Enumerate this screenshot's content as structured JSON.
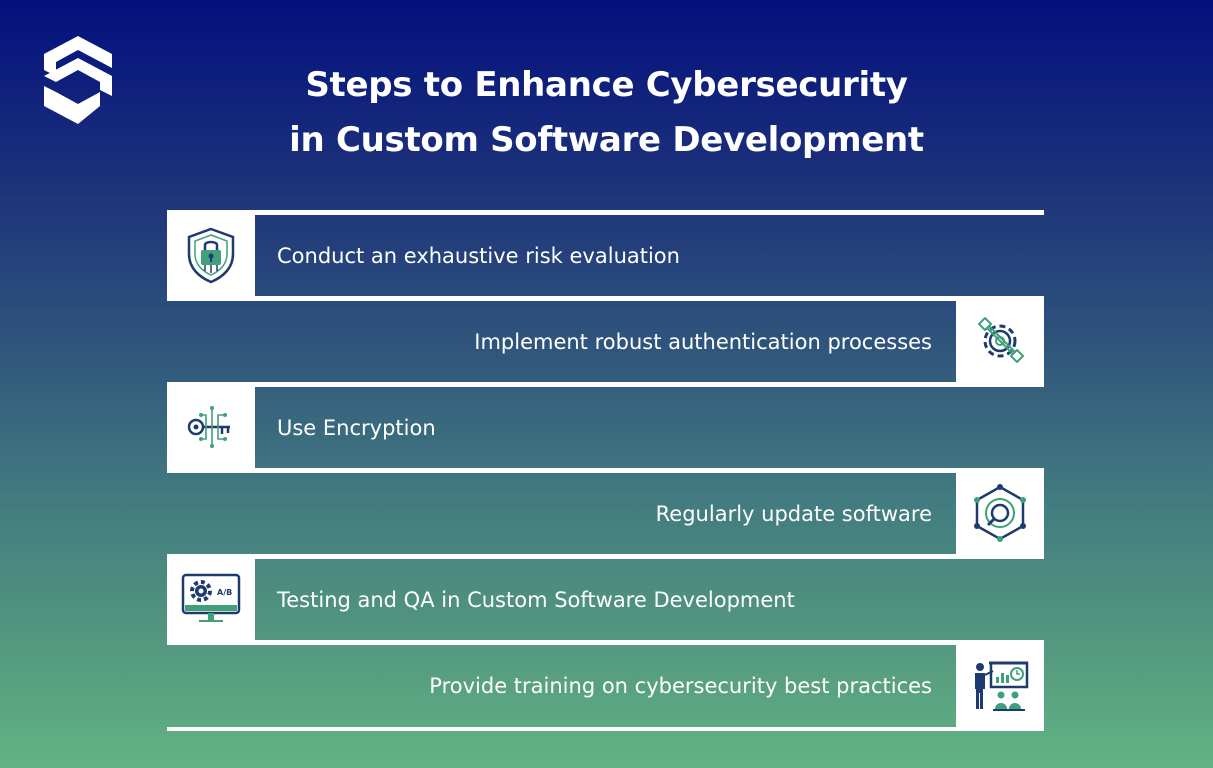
{
  "logo": {
    "icon": "brand-s-logo-icon"
  },
  "title": {
    "line1": "Steps to Enhance Cybersecurity",
    "line2": "in Custom Software Development"
  },
  "steps": [
    {
      "label": "Conduct an exhaustive risk evaluation",
      "icon": "shield-lock-icon"
    },
    {
      "label": "Implement robust authentication processes",
      "icon": "gear-wrench-icon"
    },
    {
      "label": "Use Encryption",
      "icon": "encryption-key-circuit-icon"
    },
    {
      "label": "Regularly update software",
      "icon": "hexagon-network-icon"
    },
    {
      "label": "Testing and QA in Custom Software Development",
      "icon": "monitor-gear-ab-icon",
      "tile_text": "A/B"
    },
    {
      "label": "Provide training on cybersecurity best practices",
      "icon": "presentation-training-icon"
    }
  ],
  "colors": {
    "gradient_top": "#03107f",
    "gradient_bottom": "#62b383",
    "icon_dark": "#1e3a6e",
    "icon_green": "#3fa07a"
  }
}
